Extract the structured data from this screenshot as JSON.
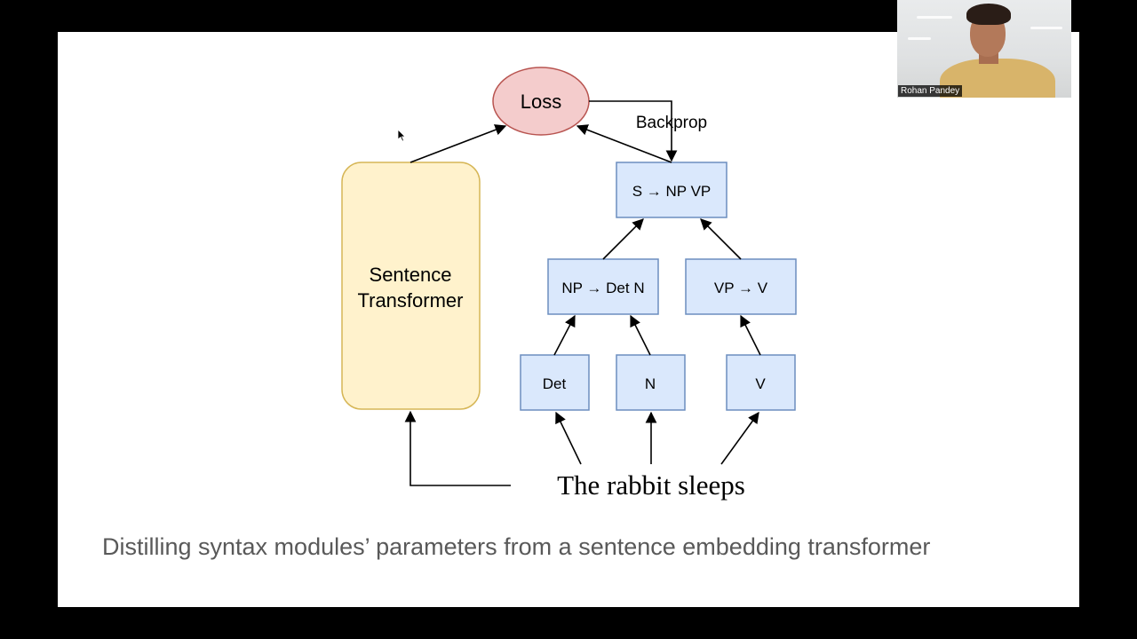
{
  "slide": {
    "caption": "Distilling syntax modules’ parameters from a sentence embedding transformer",
    "diagram": {
      "loss_label": "Loss",
      "backprop_label": "Backprop",
      "transformer_line1": "Sentence",
      "transformer_line2": "Transformer",
      "rule_s": "S → NP VP",
      "rule_np": "NP → Det N",
      "rule_vp": "VP → V",
      "leaf_det": "Det",
      "leaf_n": "N",
      "leaf_v": "V",
      "sentence": "The rabbit sleeps"
    },
    "colors": {
      "loss_fill": "#f4cccc",
      "loss_stroke": "#b85450",
      "transformer_fill": "#fff2cc",
      "transformer_stroke": "#d6b656",
      "node_fill": "#dae8fc",
      "node_stroke": "#6c8ebf"
    }
  },
  "video": {
    "participant_name": "Rohan Pandey"
  }
}
